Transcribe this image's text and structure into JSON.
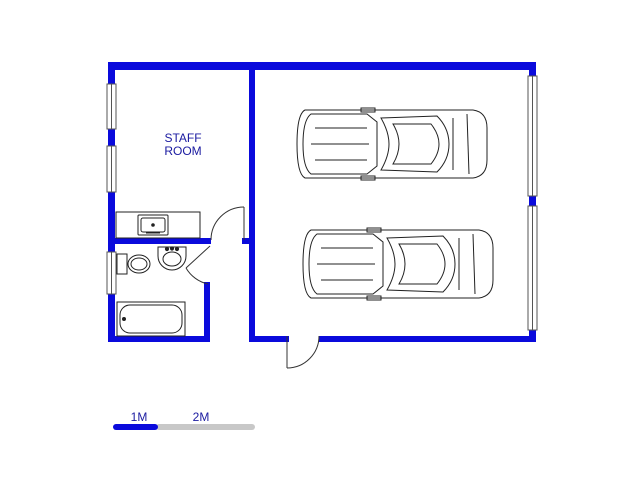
{
  "colors": {
    "wall": "#0a0adc",
    "fixture": "#1a1a1a",
    "label": "#1a1aa0",
    "scale_active": "#0a0adc",
    "scale_inactive": "#c8c8c8"
  },
  "rooms": {
    "staff_room": {
      "line1": "STAFF",
      "line2": "ROOM"
    }
  },
  "scale": {
    "label_1m": "1M",
    "label_2m": "2M"
  }
}
